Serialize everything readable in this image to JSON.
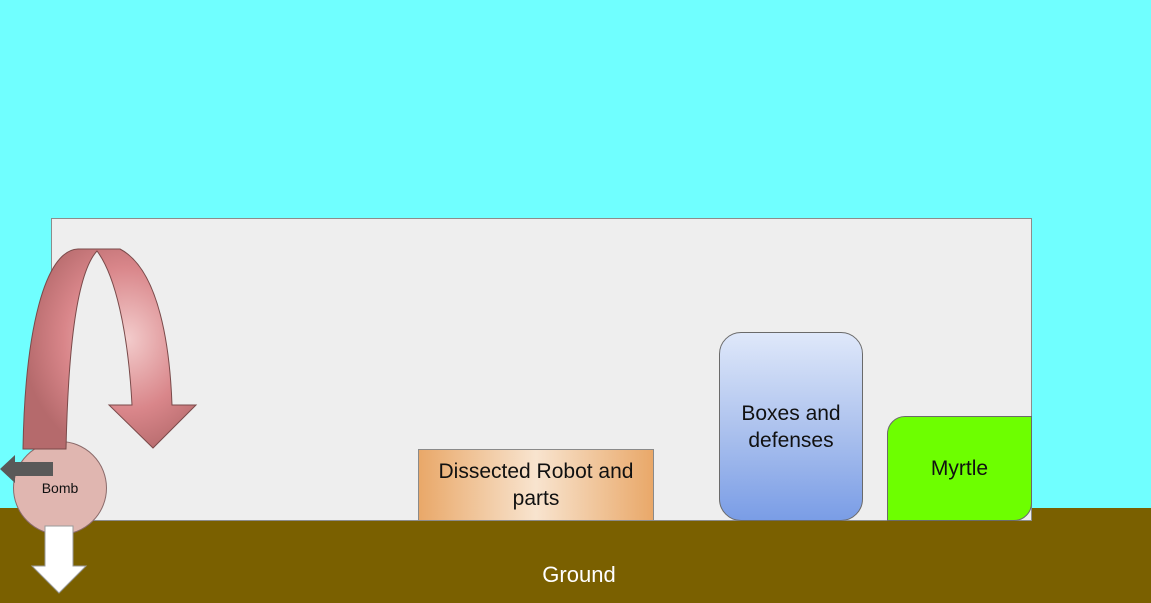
{
  "colors": {
    "sky": "#70ffff",
    "ground": "#7a6000",
    "building": "#eeeeee",
    "myrtle": "#6dff00",
    "bomb": "#e0b6b0",
    "arrow_curve": "#d9868a",
    "arrow_left": "#595959",
    "arrow_down": "#ffffff"
  },
  "labels": {
    "robot": "Dissected Robot and parts",
    "boxes": "Boxes and defenses",
    "myrtle": "Myrtle",
    "bomb": "Bomb",
    "ground": "Ground"
  },
  "icons": {
    "curved_arrow": "curved-arrow-icon",
    "left_arrow": "left-arrow-icon",
    "down_arrow": "down-arrow-icon"
  }
}
